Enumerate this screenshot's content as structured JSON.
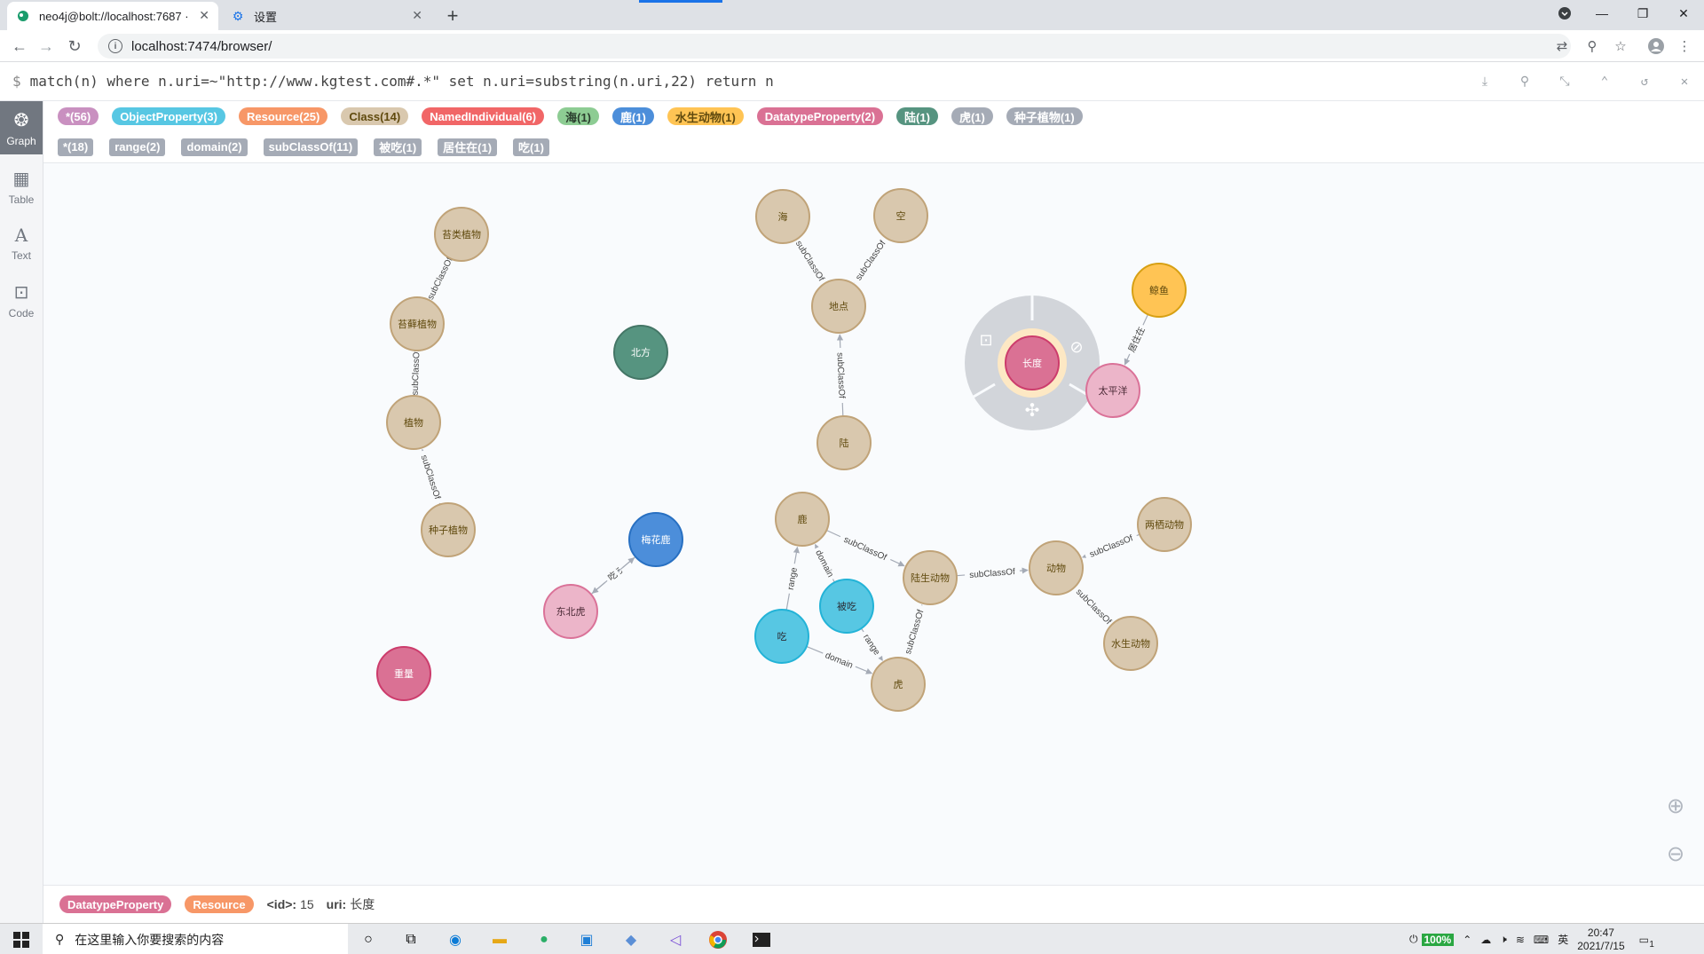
{
  "browser": {
    "tabs": [
      {
        "title": "neo4j@bolt://localhost:7687 ·",
        "active": true,
        "icon": "neo4j-icon"
      },
      {
        "title": "设置",
        "active": false,
        "icon": "settings-gear-icon"
      }
    ],
    "address": "localhost:7474/browser/"
  },
  "editor": {
    "prompt": "$",
    "query": "match(n) where n.uri=~\"http://www.kgtest.com#.*\" set n.uri=substring(n.uri,22) return n"
  },
  "sidebar": {
    "items": [
      {
        "label": "Graph",
        "icon": "graph-icon",
        "active": true
      },
      {
        "label": "Table",
        "icon": "table-icon",
        "active": false
      },
      {
        "label": "Text",
        "icon": "text-icon",
        "active": false
      },
      {
        "label": "Code",
        "icon": "code-icon",
        "active": false
      }
    ]
  },
  "node_labels": [
    {
      "text": "*(56)",
      "bg": "#c990c0",
      "fg": "#ffffff"
    },
    {
      "text": "ObjectProperty(3)",
      "bg": "#57c7e3",
      "fg": "#ffffff"
    },
    {
      "text": "Resource(25)",
      "bg": "#f79767",
      "fg": "#ffffff"
    },
    {
      "text": "Class(14)",
      "bg": "#d9c8ae",
      "fg": "#604a0e"
    },
    {
      "text": "NamedIndividual(6)",
      "bg": "#f16667",
      "fg": "#ffffff"
    },
    {
      "text": "海(1)",
      "bg": "#8dcc93",
      "fg": "#2a3d2d"
    },
    {
      "text": "鹿(1)",
      "bg": "#4c8eda",
      "fg": "#ffffff"
    },
    {
      "text": "水生动物(1)",
      "bg": "#ffc454",
      "fg": "#604a0e"
    },
    {
      "text": "DatatypeProperty(2)",
      "bg": "#da7194",
      "fg": "#ffffff"
    },
    {
      "text": "陆(1)",
      "bg": "#569480",
      "fg": "#ffffff"
    },
    {
      "text": "虎(1)",
      "bg": "#a5abb6",
      "fg": "#ffffff"
    },
    {
      "text": "种子植物(1)",
      "bg": "#a5abb6",
      "fg": "#ffffff"
    }
  ],
  "rel_types": [
    "*(18)",
    "range(2)",
    "domain(2)",
    "subClassOf(11)",
    "被吃(1)",
    "居住在(1)",
    "吃(1)"
  ],
  "nodes": [
    {
      "id": "n1",
      "label": "苔类植物",
      "color": "class"
    },
    {
      "id": "n2",
      "label": "苔藓植物",
      "color": "class"
    },
    {
      "id": "n3",
      "label": "植物",
      "color": "class"
    },
    {
      "id": "n4",
      "label": "种子植物",
      "color": "class"
    },
    {
      "id": "n5",
      "label": "北方",
      "color": "green"
    },
    {
      "id": "n6",
      "label": "海",
      "color": "class"
    },
    {
      "id": "n7",
      "label": "空",
      "color": "class"
    },
    {
      "id": "n8",
      "label": "地点",
      "color": "class"
    },
    {
      "id": "n9",
      "label": "陆",
      "color": "class"
    },
    {
      "id": "n10",
      "label": "长度",
      "color": "datatype"
    },
    {
      "id": "n11",
      "label": "太平洋",
      "color": "pink"
    },
    {
      "id": "n12",
      "label": "鲸鱼",
      "color": "yellow"
    },
    {
      "id": "n13",
      "label": "梅花鹿",
      "color": "blue"
    },
    {
      "id": "n14",
      "label": "东北虎",
      "color": "pink"
    },
    {
      "id": "n15",
      "label": "重量",
      "color": "datatype"
    },
    {
      "id": "n16",
      "label": "鹿",
      "color": "class"
    },
    {
      "id": "n17",
      "label": "陆生动物",
      "color": "class"
    },
    {
      "id": "n18",
      "label": "动物",
      "color": "class"
    },
    {
      "id": "n19",
      "label": "两栖动物",
      "color": "class"
    },
    {
      "id": "n20",
      "label": "被吃",
      "color": "cyan"
    },
    {
      "id": "n21",
      "label": "吃",
      "color": "cyan"
    },
    {
      "id": "n22",
      "label": "虎",
      "color": "class"
    },
    {
      "id": "n23",
      "label": "水生动物",
      "color": "class"
    }
  ],
  "edges": [
    {
      "from": "n1",
      "to": "n2",
      "label": "subClassOf"
    },
    {
      "from": "n2",
      "to": "n3",
      "label": "subClassOf"
    },
    {
      "from": "n4",
      "to": "n3",
      "label": "subClassOf"
    },
    {
      "from": "n6",
      "to": "n8",
      "label": "subClassOf"
    },
    {
      "from": "n7",
      "to": "n8",
      "label": "subClassOf"
    },
    {
      "from": "n9",
      "to": "n8",
      "label": "subClassOf"
    },
    {
      "from": "n12",
      "to": "n11",
      "label": "居住在"
    },
    {
      "from": "n13",
      "to": "n14",
      "label": "被吃"
    },
    {
      "from": "n14",
      "to": "n13",
      "label": "吃"
    },
    {
      "from": "n16",
      "to": "n17",
      "label": "subClassOf"
    },
    {
      "from": "n17",
      "to": "n18",
      "label": "subClassOf"
    },
    {
      "from": "n19",
      "to": "n18",
      "label": "subClassOf"
    },
    {
      "from": "n23",
      "to": "n18",
      "label": "subClassOf"
    },
    {
      "from": "n22",
      "to": "n17",
      "label": "subClassOf"
    },
    {
      "from": "n20",
      "to": "n16",
      "label": "domain"
    },
    {
      "from": "n21",
      "to": "n16",
      "label": "range"
    },
    {
      "from": "n20",
      "to": "n22",
      "label": "range"
    },
    {
      "from": "n21",
      "to": "n22",
      "label": "domain"
    }
  ],
  "node_colors": {
    "class": {
      "fill": "#d9c8ae",
      "stroke": "#c0a378",
      "text": "#604a0e"
    },
    "green": {
      "fill": "#569480",
      "stroke": "#447666",
      "text": "#ffffff"
    },
    "datatype": {
      "fill": "#da7194",
      "stroke": "#cc3c6c",
      "text": "#ffffff"
    },
    "pink": {
      "fill": "#ecb5c9",
      "stroke": "#da7298",
      "text": "#4b2a36"
    },
    "yellow": {
      "fill": "#ffc454",
      "stroke": "#d7a013",
      "text": "#604a0e"
    },
    "blue": {
      "fill": "#4c8eda",
      "stroke": "#2870c2",
      "text": "#ffffff"
    },
    "cyan": {
      "fill": "#57c7e3",
      "stroke": "#23b3d7",
      "text": "#2a2c34"
    }
  },
  "status": {
    "labels": [
      {
        "text": "DatatypeProperty",
        "bg": "#da7194"
      },
      {
        "text": "Resource",
        "bg": "#f79767"
      }
    ],
    "id_key": "<id>:",
    "id_value": "15",
    "uri_key": "uri:",
    "uri_value": "长度"
  },
  "taskbar": {
    "search_placeholder": "在这里输入你要搜索的内容",
    "battery": "100%",
    "ime": "英",
    "time": "20:47",
    "date": "2021/7/15",
    "notification_count": "1"
  }
}
